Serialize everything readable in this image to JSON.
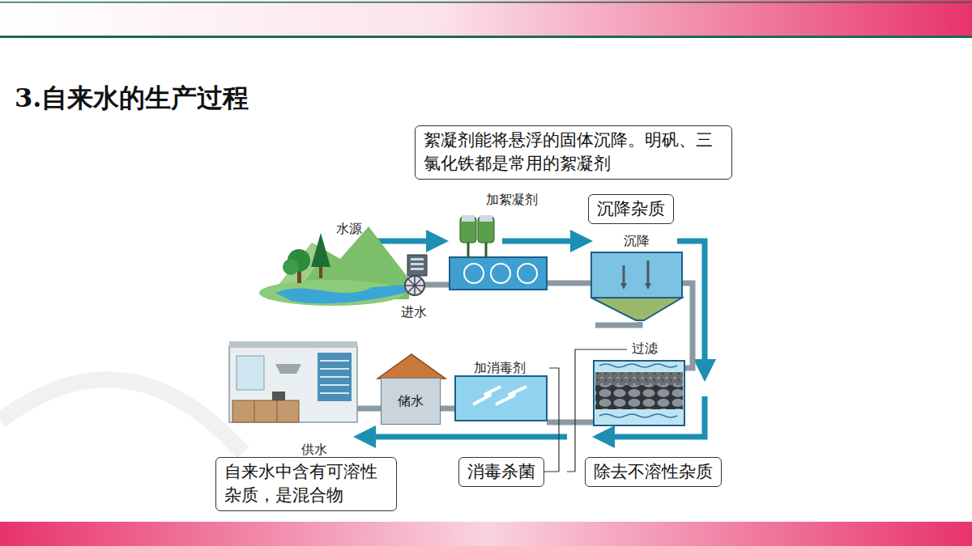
{
  "diagram": {
    "title": "3.自来水的生产过程",
    "nodes": [
      {
        "text": [
          "絮凝剂能将悬浮的固体沉降。明矾、三氯化铁都是常用的絮凝剂"
        ]
      },
      {
        "text": [
          "沉降杂质"
        ]
      },
      {
        "text": [
          "储水"
        ]
      },
      {
        "text": [
          "自来水中含有可溶性杂质，是混合物"
        ]
      },
      {
        "text": [
          "消毒杀菌"
        ]
      },
      {
        "text": [
          "除去不溶性杂质"
        ]
      }
    ],
    "labels": [
      "水源",
      "加絮凝剂",
      "沉降",
      "进水",
      "过滤",
      "加消毒剂",
      "供水"
    ]
  }
}
